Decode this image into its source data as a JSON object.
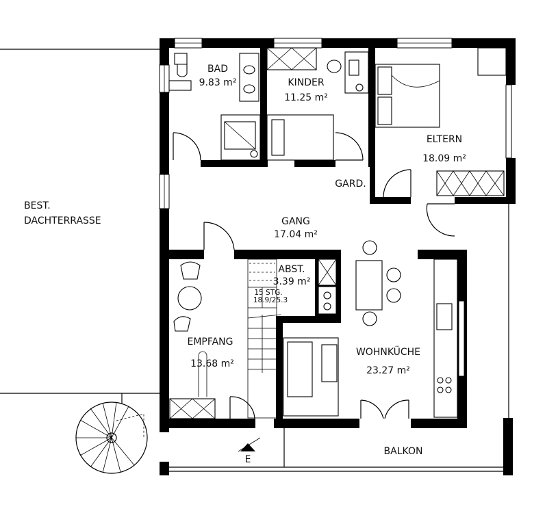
{
  "plan": {
    "rooms": {
      "bad": {
        "name": "BAD",
        "area": "9.83 m²"
      },
      "kinder": {
        "name": "KINDER",
        "area": "11.25 m²"
      },
      "eltern": {
        "name": "ELTERN",
        "area": "18.09 m²"
      },
      "gard": {
        "name": "GARD."
      },
      "gang": {
        "name": "GANG",
        "area": "17.04 m²"
      },
      "abst": {
        "name": "ABST.",
        "area": "3.39 m²"
      },
      "stair": {
        "steps": "15 STG.",
        "ratio": "18.9/25.3"
      },
      "empfang": {
        "name": "EMPFANG",
        "area": "13.68 m²"
      },
      "wohnkueche": {
        "name": "WOHNKÜCHE",
        "area": "23.27 m²"
      },
      "balkon": {
        "name": "BALKON"
      },
      "dachterrasse": {
        "line1": "BEST.",
        "line2": "DACHTERRASSE"
      }
    },
    "entrance": {
      "letter": "E"
    },
    "icons": {
      "entrance": "entrance-arrow-icon",
      "spiral": "spiral-stair-icon"
    },
    "colors": {
      "wall": "#000000",
      "background": "#ffffff"
    }
  }
}
